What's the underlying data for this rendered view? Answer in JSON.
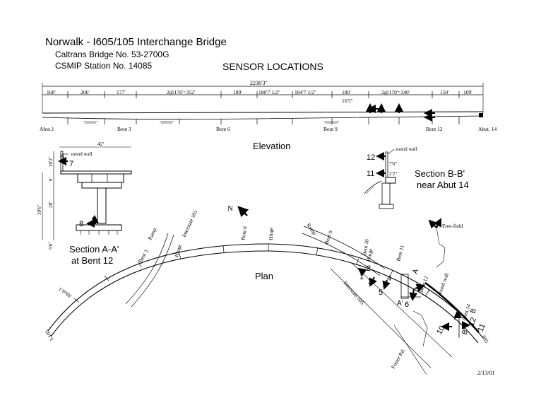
{
  "title": {
    "main": "Norwalk - I605/105  Interchange Bridge",
    "bridge_no": "Caltrans Bridge No. 53-2700G",
    "station_no": "CSMIP Station No. 14085",
    "heading": "SENSOR LOCATIONS"
  },
  "elevation": {
    "caption": "Elevation",
    "total_length": "2236'3\"",
    "spans": [
      "168'",
      "206'",
      "177'",
      "2@176'=352'",
      "189'",
      "180'7 1/2\"",
      "184'7 1/2\"",
      "180'",
      "2@170'=340'",
      "150'",
      "109'"
    ],
    "sub_dim": "16'5\"",
    "supports": [
      "Abut.1",
      "Bent 3",
      "Bent 6",
      "Bent 9",
      "Bent 12",
      "Abut. 14"
    ]
  },
  "section_aa": {
    "caption_line1": "Section A-A'",
    "caption_line2": "at Bent 12",
    "width_dim": "42'",
    "dims": [
      "10'2\"",
      "6'",
      "28'",
      "39'6\"",
      "5'6\""
    ],
    "sound_wall": "sound wall",
    "sensors": [
      "6",
      "7",
      "8",
      "9"
    ]
  },
  "section_bb": {
    "caption_line1": "Section B-B'",
    "caption_line2": "near Abut 14",
    "sound_wall": "sound wall",
    "dims": [
      "7'6\"",
      "2'2\""
    ],
    "sensors": [
      "12",
      "11"
    ]
  },
  "plan": {
    "caption": "Plan",
    "north": "N",
    "free_field": "Free-field",
    "labels": [
      "Abut.1",
      "Bent 3",
      "Ramp",
      "Hinge",
      "Interstate 105",
      "Bent 6",
      "Hinge",
      "Ramp",
      "Bent 9",
      "Bent 10",
      "Hinge",
      "Bent 11",
      "Bent 12",
      "sound wall",
      "Abut.14",
      "Interstate 605",
      "Foster Rd.",
      "605",
      "I-105"
    ],
    "section_marks": [
      "A",
      "A'",
      "B",
      "B'"
    ],
    "sensors": [
      "1",
      "2",
      "3",
      "4",
      "5",
      "6",
      "10",
      "12",
      "11"
    ]
  },
  "date": "2/13/01"
}
